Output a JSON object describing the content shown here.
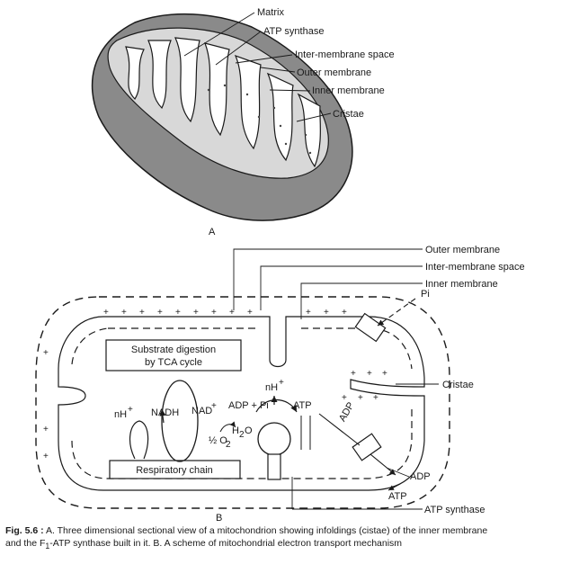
{
  "panel_a": {
    "label": "A",
    "labels": {
      "matrix": "Matrix",
      "atp_synthase": "ATP synthase",
      "intermembrane": "Inter-membrane space",
      "outer": "Outer membrane",
      "inner": "Inner membrane",
      "cristae": "Cristae"
    }
  },
  "panel_b": {
    "label": "B",
    "labels": {
      "outer": "Outer membrane",
      "intermembrane": "Inter-membrane space",
      "inner": "Inner membrane",
      "pi": "Pi",
      "cristae": "Cristae",
      "adp": "ADP",
      "atp": "ATP",
      "atp_synthase": "ATP synthase",
      "substrate_line1": "Substrate digestion",
      "substrate_line2": "by TCA cycle",
      "nadh": "NADH",
      "nad": "NAD",
      "nad_sup": "+",
      "nh_left": "nH",
      "nh_left_sup": "+",
      "nh_center": "nH",
      "nh_center_sup": "+",
      "adp_pi": "ADP + Pi",
      "atp_center": "ATP",
      "adp_diag": "ADP",
      "half_o2": "½ O",
      "o2_sub": "2",
      "h2o": "H",
      "h2o_sub": "2",
      "h2o_o": "O",
      "respiratory": "Respiratory chain"
    }
  },
  "caption": {
    "fig_num": "Fig. 5.6 :",
    "line1": "A. Three dimensional sectional view of a mitochondrion showing infoldings (cistae) of the inner membrane",
    "line2_a": "and the F",
    "line2_sub": "1",
    "line2_b": "-ATP synthase built in it. B. A scheme of mitochondrial electron transport mechanism"
  }
}
